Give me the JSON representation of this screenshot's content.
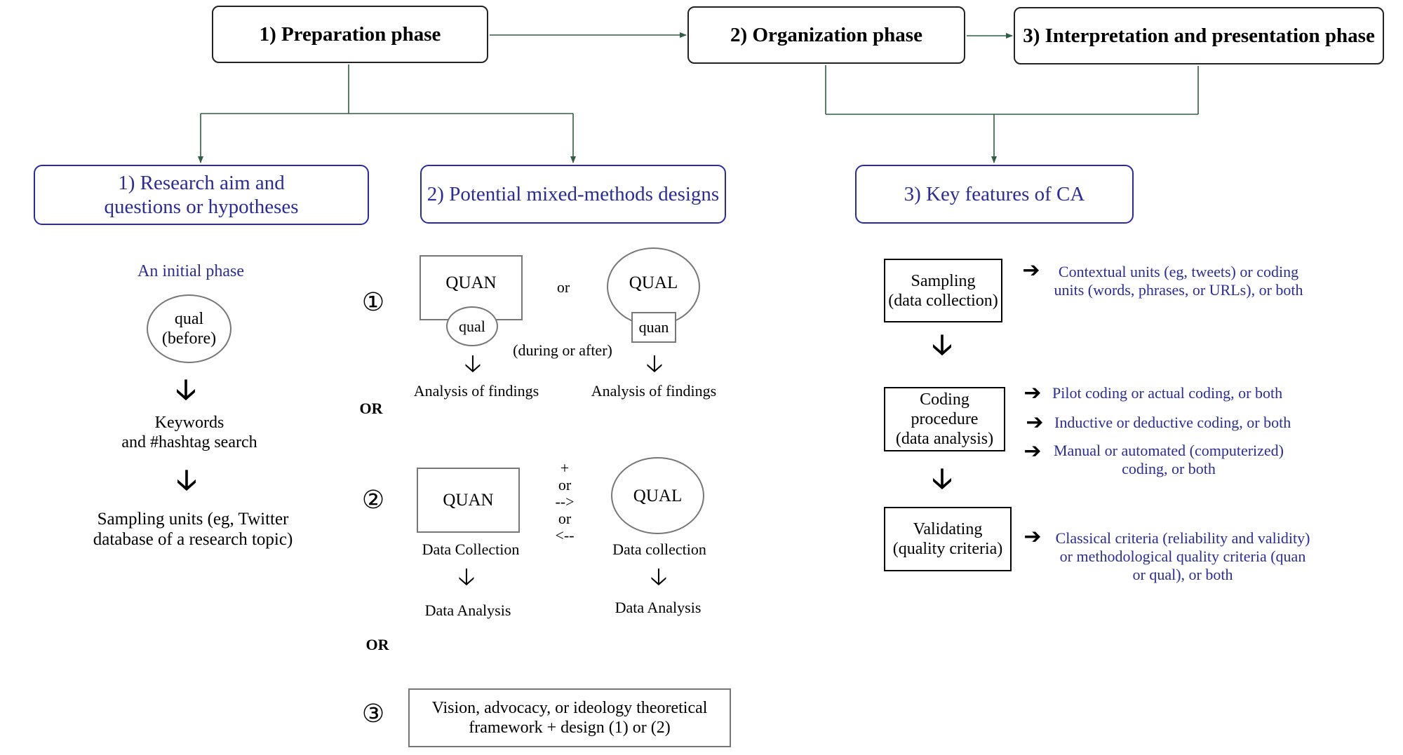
{
  "colors": {
    "connector": "#2e5e45",
    "accent_blue": "#2b2b9a",
    "border_dark": "#222222",
    "border_grey": "#777777"
  },
  "phases": {
    "preparation": "1) Preparation phase",
    "organization": "2) Organization phase",
    "interpretation": "3) Interpretation and presentation phase"
  },
  "sections": {
    "research_aim": [
      "1) Research aim and",
      "questions or hypotheses"
    ],
    "mixed_methods": "2) Potential mixed-methods designs",
    "key_features": "3) Key features of CA"
  },
  "left_column": {
    "initial_phase": "An initial phase",
    "qual_oval": [
      "qual",
      "(before)"
    ],
    "keywords": [
      "Keywords",
      "and #hashtag search"
    ],
    "sampling_units": [
      "Sampling units (eg, Twitter",
      "database of a research topic)"
    ]
  },
  "designs": {
    "d1": {
      "number": "①",
      "quan": "QUAN",
      "qual_small": "qual",
      "or": "or",
      "qual": "QUAL",
      "quan_small": "quan",
      "timing": "(during or after)",
      "analysis_left": "Analysis of findings",
      "analysis_right": "Analysis of findings"
    },
    "or1": "OR",
    "d2": {
      "number": "②",
      "quan": "QUAN",
      "qual": "QUAL",
      "connectors": [
        "+",
        "or",
        "-->",
        "or",
        "<--"
      ],
      "collection_left": "Data Collection",
      "collection_right": "Data collection",
      "analysis_left": "Data Analysis",
      "analysis_right": "Data Analysis"
    },
    "or2": "OR",
    "d3": {
      "number": "③",
      "text": [
        "Vision, advocacy, or ideology theoretical",
        "framework + design (1) or (2)"
      ]
    }
  },
  "key_features": {
    "sampling": {
      "box": [
        "Sampling",
        "(data collection)"
      ],
      "notes": [
        [
          "Contextual units (eg, tweets) or coding",
          "units (words, phrases, or URLs), or both"
        ]
      ]
    },
    "coding": {
      "box": [
        "Coding",
        "procedure",
        "(data analysis)"
      ],
      "notes": [
        [
          "Pilot coding or actual coding, or both"
        ],
        [
          "Inductive or deductive coding, or both"
        ],
        [
          "Manual or automated (computerized)",
          "coding, or both"
        ]
      ]
    },
    "validating": {
      "box": [
        "Validating",
        "(quality criteria)"
      ],
      "notes": [
        [
          "Classical criteria (reliability and validity)",
          "or methodological quality criteria (quan",
          "or qual), or both"
        ]
      ]
    }
  },
  "icons": {
    "down_arrow": "🡣",
    "right_arrow": "➔"
  }
}
